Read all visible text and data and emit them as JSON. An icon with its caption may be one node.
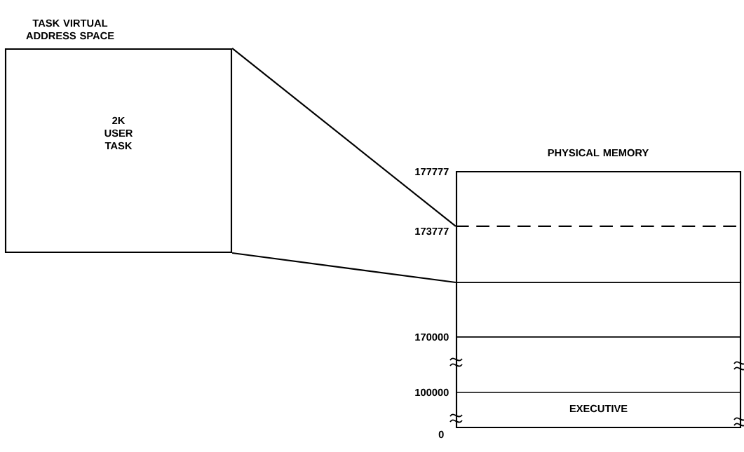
{
  "diagram": {
    "nodes": [
      {
        "text": [
          "TASK VIRTUAL ADDRESS SPACE",
          "2K USER TASK"
        ]
      },
      {
        "text": [
          "PHYSICAL MEMORY"
        ]
      },
      {
        "text": [],
        "shape": "box",
        "in": 1
      },
      {
        "text": [
          "EXECUTIVE"
        ],
        "in": 1
      }
    ],
    "edges": [
      {
        "from": 0,
        "to": 2,
        "arrow": "none"
      },
      {
        "from": 0,
        "to": 2,
        "arrow": "none"
      }
    ],
    "labels": [
      "177777",
      "173777",
      "170000",
      "100000",
      "0"
    ]
  }
}
